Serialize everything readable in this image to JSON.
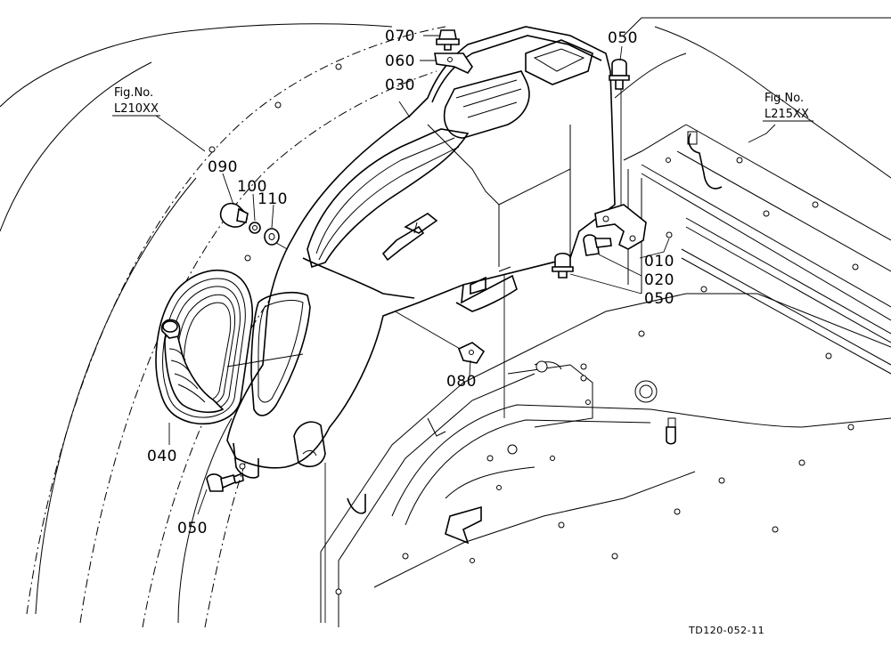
{
  "parts": {
    "p010": "010",
    "p020": "020",
    "p030": "030",
    "p040": "040",
    "p050_top": "050",
    "p050_right": "050",
    "p050_bottom": "050",
    "p060": "060",
    "p070": "070",
    "p080": "080",
    "p090": "090",
    "p100": "100",
    "p110": "110"
  },
  "refs": {
    "left": {
      "line1": "Fig.No.",
      "line2": "L210XX"
    },
    "right": {
      "line1": "Fig.No.",
      "line2": "L215XX"
    }
  },
  "drawing_code": "TD120-052-11"
}
